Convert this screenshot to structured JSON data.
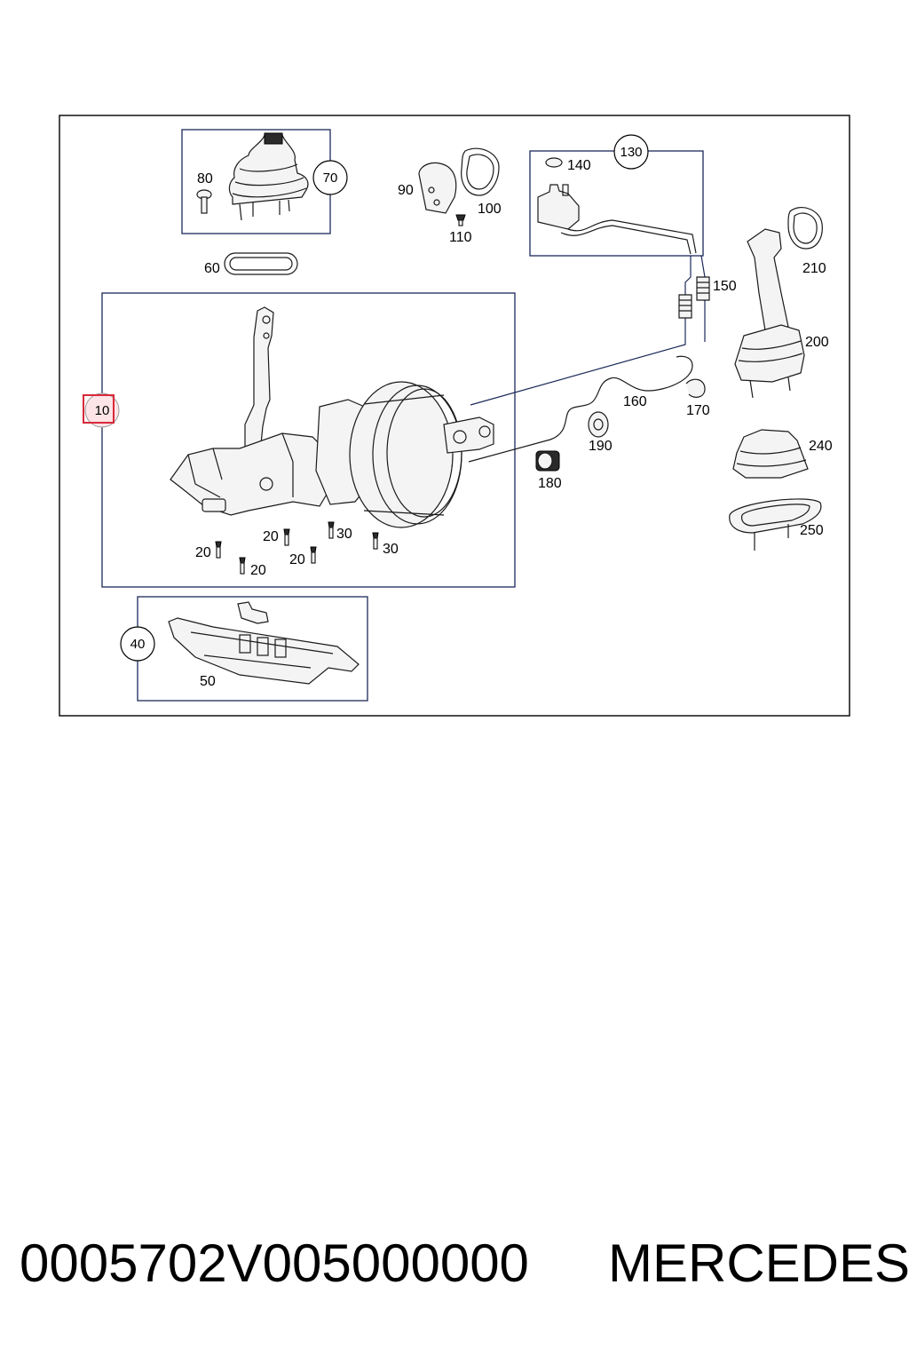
{
  "diagram": {
    "callouts": {
      "c10": "10",
      "c40": "40",
      "c70": "70",
      "c130": "130"
    },
    "labels": {
      "l20a": "20",
      "l20b": "20",
      "l20c": "20",
      "l20d": "20",
      "l30a": "30",
      "l30b": "30",
      "l50": "50",
      "l60": "60",
      "l80": "80",
      "l90": "90",
      "l100": "100",
      "l110": "110",
      "l140": "140",
      "l150": "150",
      "l160": "160",
      "l170": "170",
      "l180": "180",
      "l190": "190",
      "l200": "200",
      "l210": "210",
      "l240": "240",
      "l250": "250"
    },
    "highlight_color": "#d9283a"
  },
  "footer": {
    "part_number": "0005702V005000000",
    "brand": "MERCEDES"
  }
}
